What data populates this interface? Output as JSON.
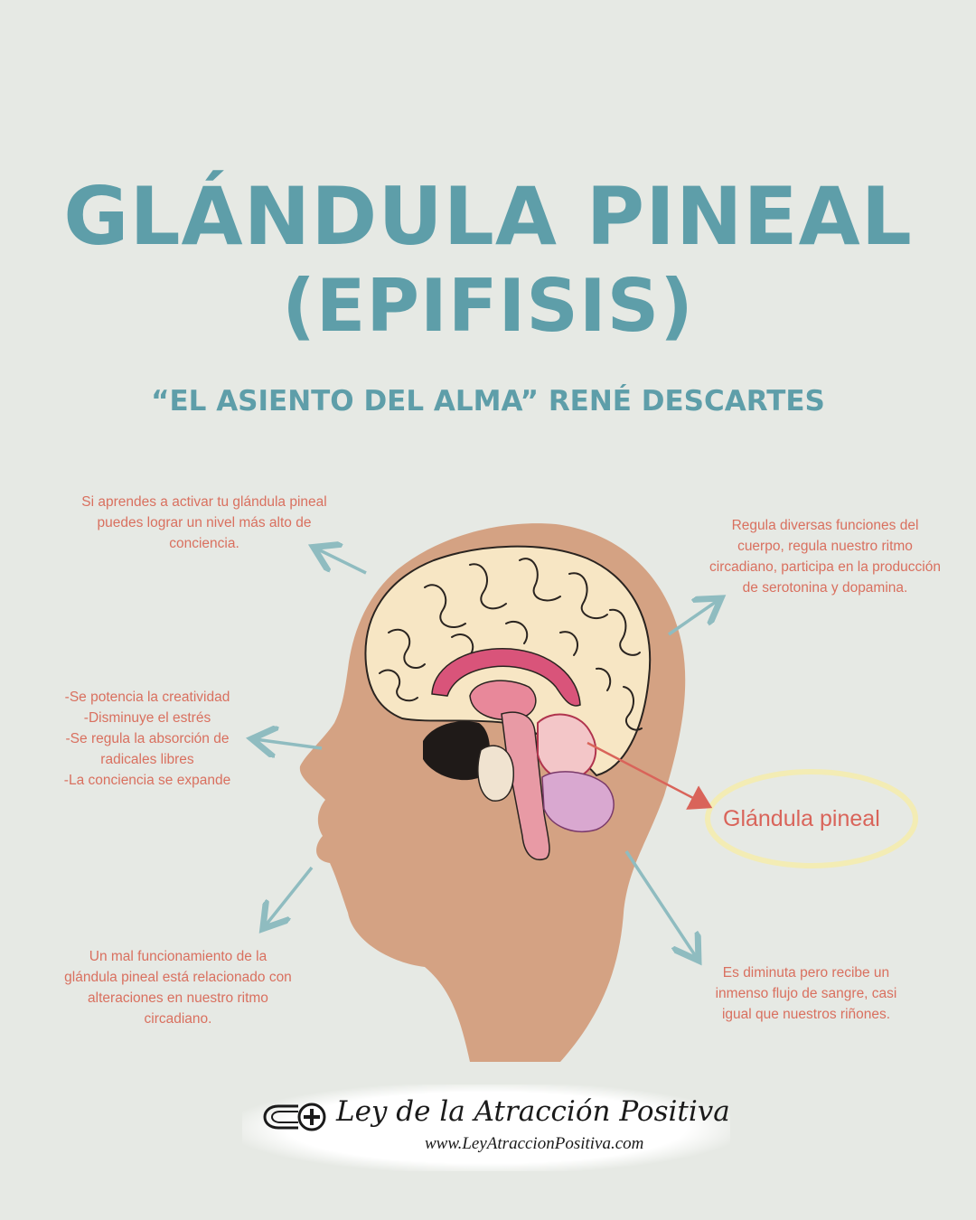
{
  "title": {
    "line1": "GLÁNDULA PINEAL",
    "line2": "(EPIFISIS)"
  },
  "subtitle": "“EL ASIENTO DEL ALMA” RENÉ DESCARTES",
  "notes": {
    "top_left": [
      "Si aprendes a activar tu glándula pineal",
      "puedes lograr un nivel más alto de",
      "conciencia."
    ],
    "top_right": [
      "Regula diversas funciones del",
      "cuerpo, regula nuestro ritmo",
      "circadiano, participa en la producción",
      "de serotonina y dopamina."
    ],
    "mid_left": [
      "-Se potencia la creatividad",
      "-Disminuye el estrés",
      "-Se regula la absorción de",
      "radicales libres",
      "-La conciencia se expande"
    ],
    "bottom_left": [
      "Un mal funcionamiento de la",
      "glándula pineal está relacionado con",
      "alteraciones en nuestro ritmo",
      "circadiano."
    ],
    "bottom_right": [
      "Es diminuta pero recibe un",
      "inmenso flujo de sangre, casi",
      "igual que nuestros riñones."
    ]
  },
  "pineal_label": "Glándula pineal",
  "footer": {
    "brand": "Ley de la Atracción Positiva",
    "url": "www.LeyAtraccionPositiva.com"
  },
  "colors": {
    "background": "#e6e9e4",
    "title": "#5e9ea9",
    "note_text": "#d9705f",
    "arrow": "#8fbcc0",
    "skin": "#d4a283",
    "brain": "#f7e6c4",
    "pineal_arrow": "#d9645a",
    "highlight_ring": "#f3ecb4"
  }
}
